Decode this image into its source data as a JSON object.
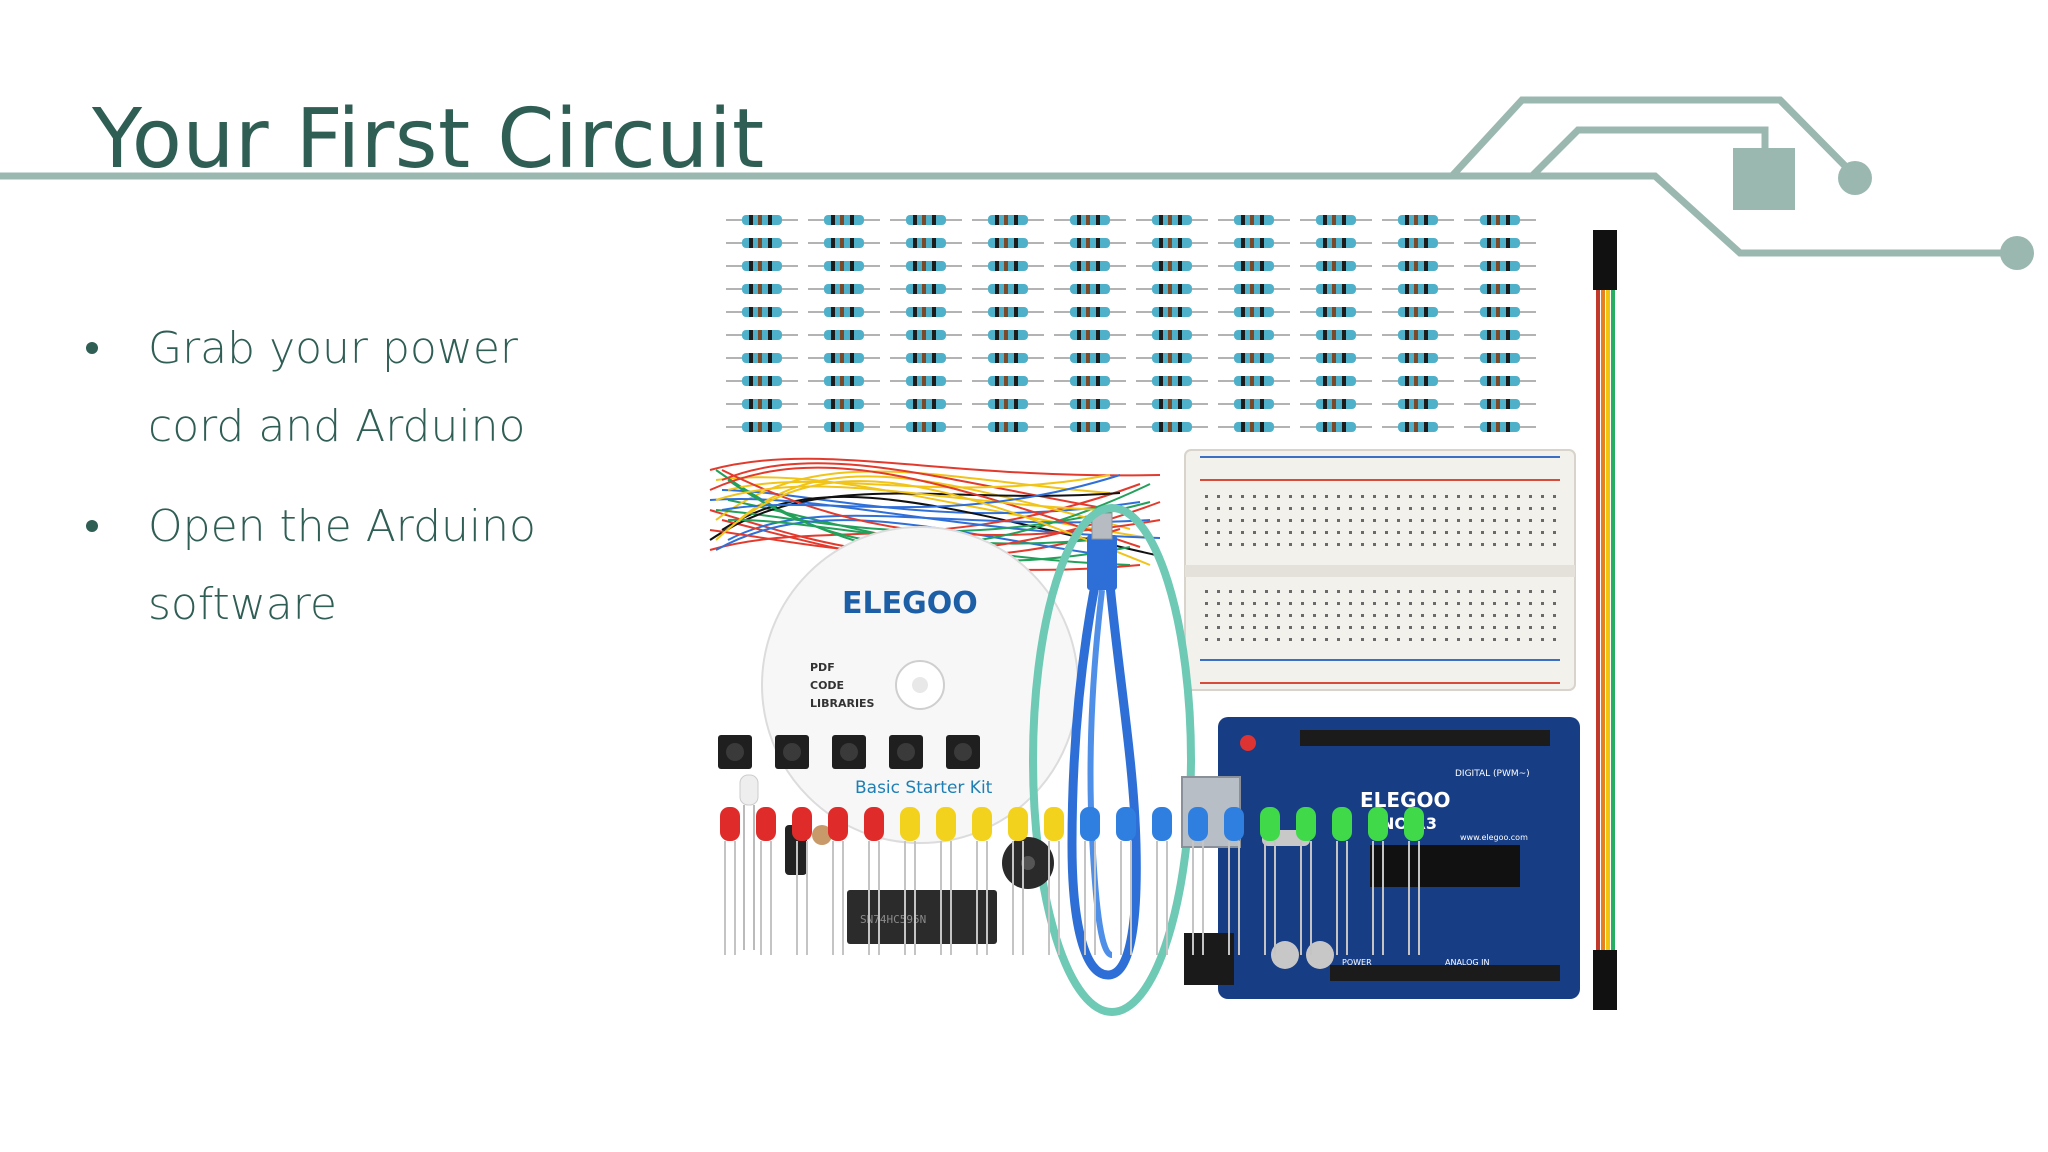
{
  "slide": {
    "title": "Your First Circuit",
    "bullets": [
      {
        "text": "Grab your power cord and Arduino"
      },
      {
        "text": "Open the Arduino software"
      }
    ]
  },
  "kit": {
    "cd_brand": "ELEGOO",
    "cd_line1": "PDF",
    "cd_line2": "CODE",
    "cd_line3": "LIBRARIES",
    "cd_subtitle": "Basic Starter Kit",
    "board_brand": "ELEGOO",
    "board_model": "UNO R3",
    "board_url": "www.elegoo.com",
    "board_digital": "DIGITAL (PWM~)",
    "board_analog": "ANALOG IN",
    "board_power": "POWER",
    "chip_label": "SN74HC595N"
  },
  "colors": {
    "accent": "#2f5e55",
    "circuit": "#9bb8b0",
    "highlight_ring": "#6ec9b5",
    "board": "#173d84"
  }
}
